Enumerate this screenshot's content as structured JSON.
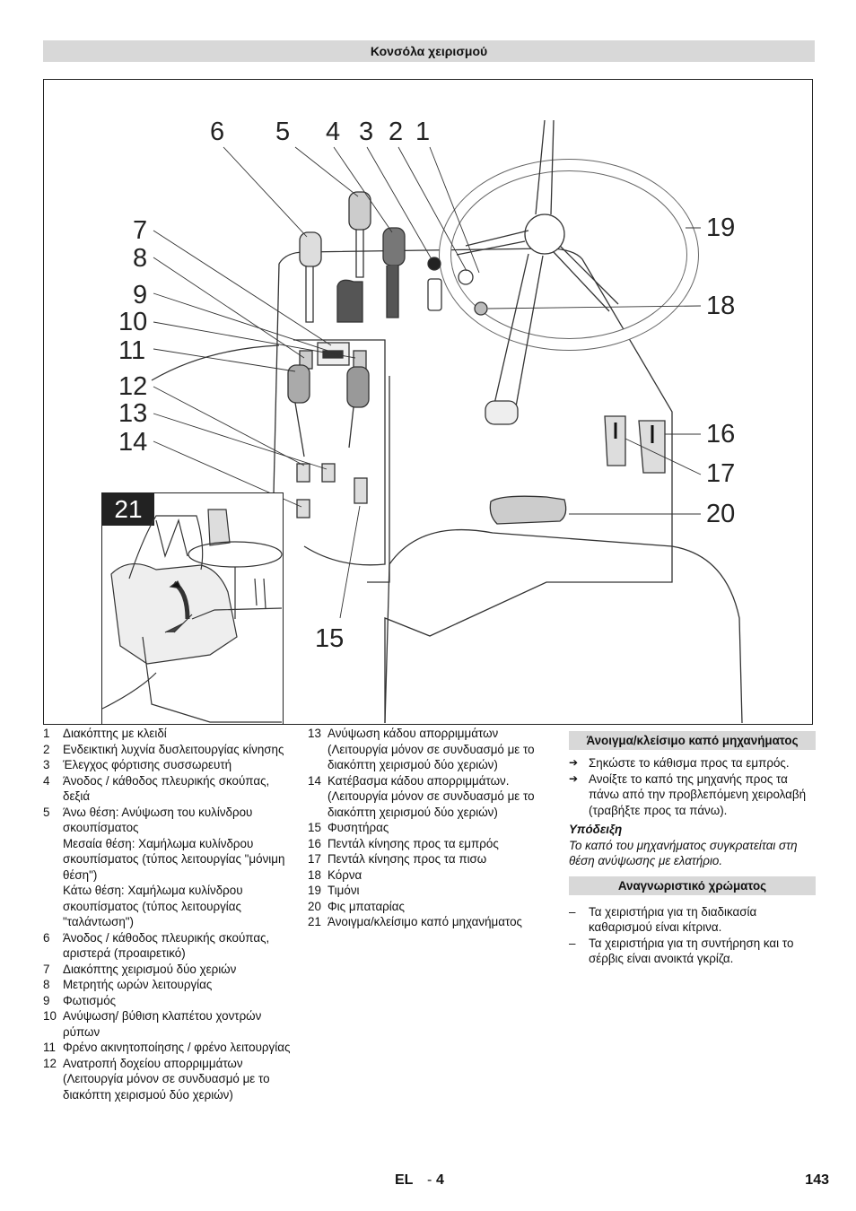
{
  "header": {
    "title": "Κονσόλα χειρισμού"
  },
  "figure": {
    "inset_label": "21",
    "callouts": [
      "6",
      "5",
      "4",
      "3",
      "2",
      "1",
      "7",
      "8",
      "9",
      "10",
      "11",
      "12",
      "13",
      "14",
      "19",
      "18",
      "16",
      "17",
      "20",
      "15"
    ]
  },
  "legend_left": [
    {
      "n": "1",
      "t": "Διακόπτης με κλειδί"
    },
    {
      "n": "2",
      "t": "Ενδεικτική λυχνία δυσλειτουργίας κίνησης"
    },
    {
      "n": "3",
      "t": "Έλεγχος φόρτισης συσσωρευτή"
    },
    {
      "n": "4",
      "t": "Άνοδος / κάθοδος πλευρικής σκούπας, δεξιά"
    },
    {
      "n": "5",
      "t": "Άνω θέση: Ανύψωση του κυλίνδρου σκουπίσματος"
    },
    {
      "n": "",
      "t": "Μεσαία θέση: Χαμήλωμα κυλίνδρου σκουπίσματος (τύπος λειτουργίας \"μόνιμη θέση\")"
    },
    {
      "n": "",
      "t": "Κάτω θέση: Χαμήλωμα κυλίνδρου σκουπίσματος (τύπος λειτουργίας \"ταλάντωση\")"
    },
    {
      "n": "6",
      "t": "Άνοδος / κάθοδος πλευρικής σκούπας, αριστερά (προαιρετικό)"
    },
    {
      "n": "7",
      "t": "Διακόπτης χειρισμού δύο χεριών"
    },
    {
      "n": "8",
      "t": "Μετρητής ωρών λειτουργίας"
    },
    {
      "n": "9",
      "t": "Φωτισμός"
    },
    {
      "n": "10",
      "t": "Ανύψωση/ βύθιση κλαπέτου χοντρών ρύπων"
    },
    {
      "n": "11",
      "t": "Φρένο ακινητοποίησης / φρένο λειτουργίας"
    },
    {
      "n": "12",
      "t": "Ανατροπή δοχείου απορριμμάτων (Λειτουργία μόνον σε συνδυασμό με το διακόπτη χειρισμού δύο χεριών)"
    }
  ],
  "legend_mid": [
    {
      "n": "13",
      "t": "Ανύψωση κάδου απορριμμάτων (Λειτουργία μόνον σε συνδυασμό με το διακόπτη χειρισμού δύο χεριών)"
    },
    {
      "n": "14",
      "t": "Κατέβασμα κάδου απορριμμάτων."
    },
    {
      "n": "",
      "t": "(Λειτουργία μόνον σε συνδυασμό με το διακόπτη χειρισμού δύο χεριών)"
    },
    {
      "n": "15",
      "t": "Φυσητήρας"
    },
    {
      "n": "16",
      "t": "Πεντάλ κίνησης προς τα εμπρός"
    },
    {
      "n": "17",
      "t": "Πεντάλ κίνησης προς τα πισω"
    },
    {
      "n": "18",
      "t": "Κόρνα"
    },
    {
      "n": "19",
      "t": "Τιμόνι"
    },
    {
      "n": "20",
      "t": "Φις μπαταρίας"
    },
    {
      "n": "21",
      "t": "Άνοιγμα/κλείσιμο καπό μηχανήματος"
    }
  ],
  "right": {
    "section1_title": "Άνοιγμα/κλείσιμο καπό μηχανήματος",
    "steps": [
      "Σηκώστε το κάθισμα προς τα εμπρός.",
      "Ανοίξτε το καπό της μηχανής προς τα πάνω από την προβλεπόμενη χειρολαβή (τραβήξτε προς τα πάνω)."
    ],
    "note_title": "Υπόδειξη",
    "note_text": "Το καπό του μηχανήματος συγκρατείται στη θέση ανύψωσης με ελατήριο.",
    "section2_title": "Αναγνωριστικό χρώματος",
    "dashes": [
      "Τα χειριστήρια για τη διαδικασία καθαρισμού είναι κίτρινα.",
      "Τα χειριστήρια για τη συντήρηση και το σέρβις είναι ανοικτά γκρίζα."
    ],
    "arrow_glyph": "➔",
    "dash_glyph": "–"
  },
  "footer": {
    "lang": "EL",
    "sep": "-",
    "page": "4",
    "number": "143"
  }
}
